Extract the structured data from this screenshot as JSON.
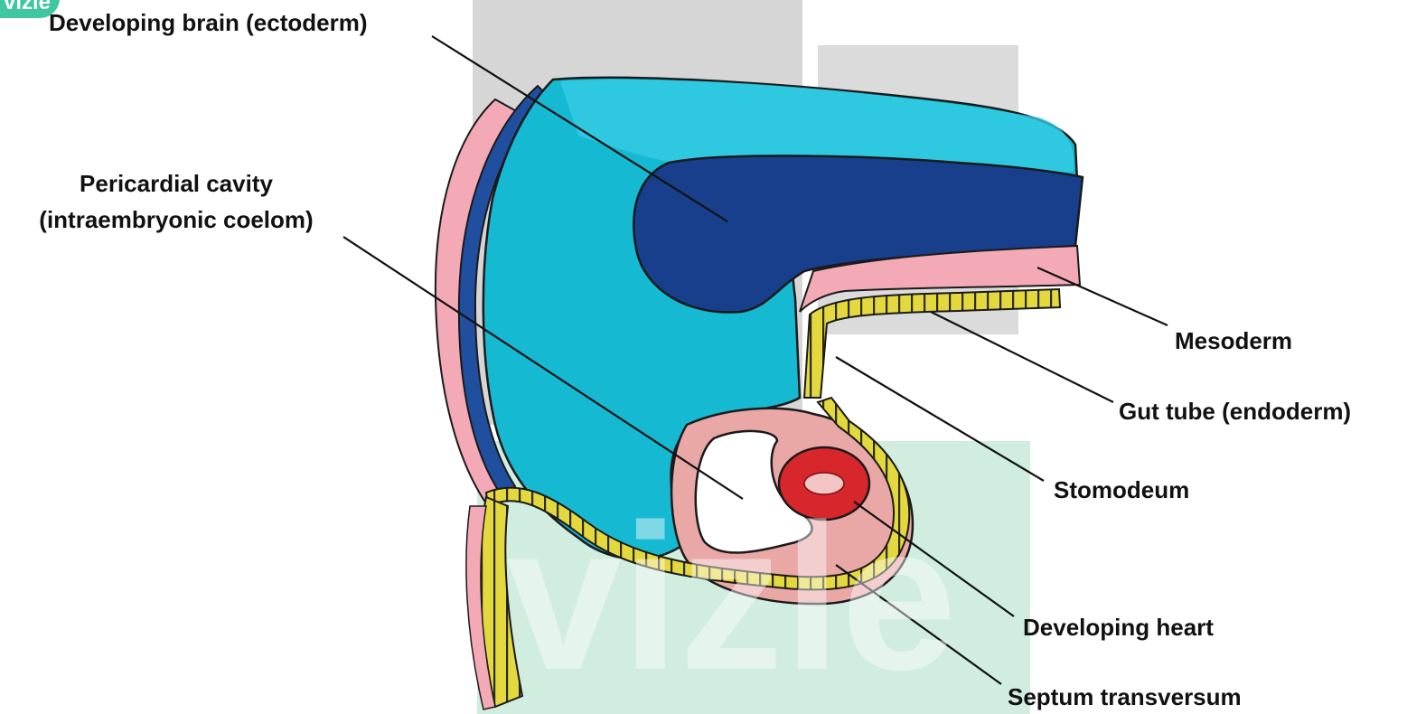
{
  "watermark": {
    "brand_text": "vizle",
    "corner_badge": "vizle",
    "colors": {
      "gray": "#c8c8c8",
      "mint": "#bfe6d4"
    }
  },
  "labels": {
    "developing_brain": "Developing brain (ectoderm)",
    "pericardial_cavity_line1": "Pericardial cavity",
    "pericardial_cavity_line2": "(intraembryonic coelom)",
    "mesoderm": "Mesoderm",
    "gut_tube": "Gut tube (endoderm)",
    "stomodeum": "Stomodeum",
    "developing_heart": "Developing heart",
    "septum_transversum": "Septum transversum"
  },
  "colors": {
    "cavity_cyan": "#16b9d2",
    "cavity_light": "#37cfe6",
    "brain_navy": "#173f8c",
    "ectoderm_navy": "#1f4f9e",
    "mesoderm_pink": "#f4a9b6",
    "septum_pink": "#e9a7a6",
    "heart_red": "#d8262d",
    "endoderm_yellow": "#e2d63e",
    "outline": "#1a1a1a"
  }
}
